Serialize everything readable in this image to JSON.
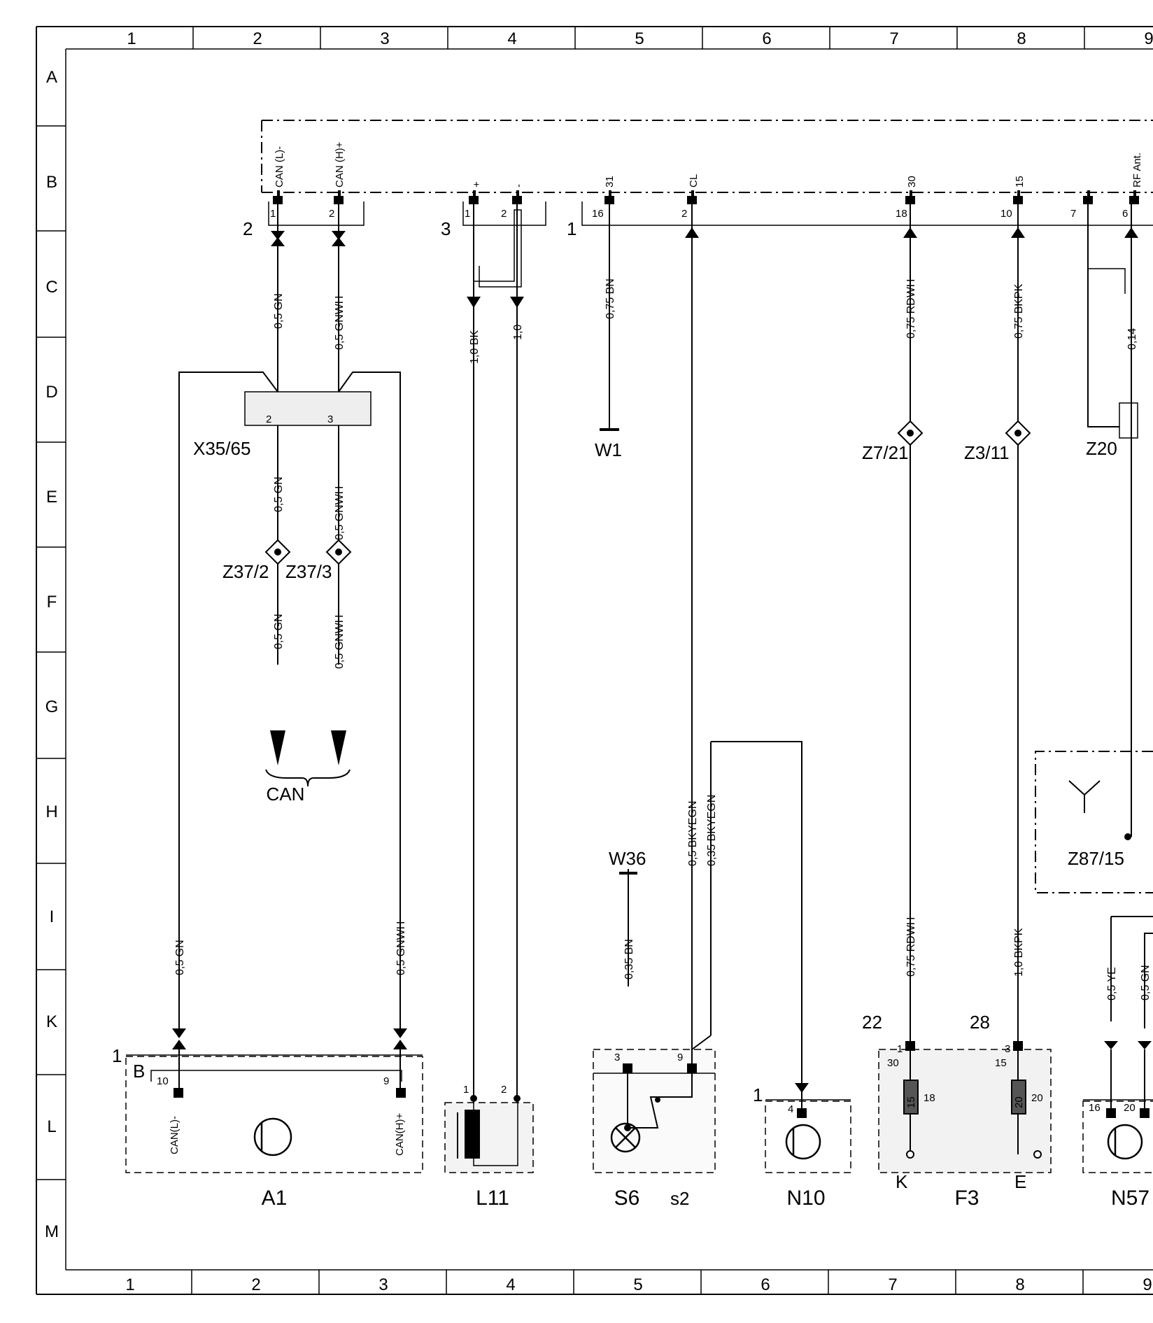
{
  "grid": {
    "columns": [
      "1",
      "2",
      "3",
      "4",
      "5",
      "6",
      "7",
      "8",
      "9"
    ],
    "rows": [
      "A",
      "B",
      "C",
      "D",
      "E",
      "F",
      "G",
      "H",
      "I",
      "K",
      "L",
      "M"
    ]
  },
  "harness": {
    "pin_signals": {
      "can_l": "CAN (L)-",
      "can_h": "CAN (H)+",
      "plus": "+",
      "minus": "-",
      "t31": "31",
      "cl": "CL",
      "t30": "30",
      "t15": "15",
      "rf_ant": "RF Ant."
    },
    "pins": {
      "p1": "1",
      "p2": "2",
      "p16": "16",
      "p18": "18",
      "p10": "10",
      "p7": "7",
      "p6": "6"
    },
    "connector_numbers": {
      "c2": "2",
      "c3": "3",
      "c1": "1"
    }
  },
  "wires": {
    "can_l_c": "0,5 GN",
    "can_h_c": "0,5 GNWH",
    "bk_c": "1,0 BK",
    "plain_c": "1,0",
    "bn_c": "0,75 BN",
    "rdwh_c": "0,75 RDWH",
    "bkpk_c": "0,75 BKPK",
    "rf_c": "0,14",
    "can_l_e": "0,5 GN",
    "can_h_e": "0,5 GNWH",
    "can_l_f": "0,5 GN",
    "can_h_f": "0,5 GNWH",
    "bkyegn_a": "0,5 BKYEGN",
    "bkyegn_b": "0,35 BKYEGN",
    "bn_w36": "0,35 BN",
    "rdwh_k": "0,75 RDWH",
    "bkpk_k": "1,0 BKPK",
    "a1_gn": "0,5 GN",
    "a1_gnwh": "0,5 GNWH",
    "ye_k": "0,5 YE",
    "gn_k": "0,5 GN"
  },
  "labels": {
    "x35": "X35/65",
    "w1": "W1",
    "z7": "Z7/21",
    "z3": "Z3/11",
    "z20": "Z20",
    "z37_2": "Z37/2",
    "z37_3": "Z37/3",
    "can_bus": "CAN",
    "w36": "W36",
    "z87": "Z87/15"
  },
  "pins_extra": {
    "x35_2": "2",
    "x35_3": "3",
    "a1_10": "10",
    "a1_9": "9",
    "a1_can_l": "CAN(L)-",
    "a1_can_h": "CAN(H)+",
    "l11_1": "1",
    "l11_2": "2",
    "s6_3": "3",
    "s6_9": "9",
    "n10_4": "4",
    "f3_1": "1",
    "f3_3": "3",
    "f3_30": "30",
    "f3_15": "15",
    "f3_18": "18",
    "f3_20": "20",
    "f3_fuse15": "15",
    "f3_fuse20": "20",
    "n57_16": "16",
    "n57_20": "20"
  },
  "components": {
    "a1": {
      "name": "A1",
      "conn_num": "1",
      "conn_letter": "B"
    },
    "l11": {
      "name": "L11"
    },
    "s6": {
      "name": "S6",
      "sub": "s2"
    },
    "n10": {
      "name": "N10",
      "conn_num": "1"
    },
    "f3": {
      "name": "F3",
      "k": "K",
      "e": "E",
      "num22": "22",
      "num28": "28"
    },
    "n57": {
      "name": "N57"
    }
  }
}
